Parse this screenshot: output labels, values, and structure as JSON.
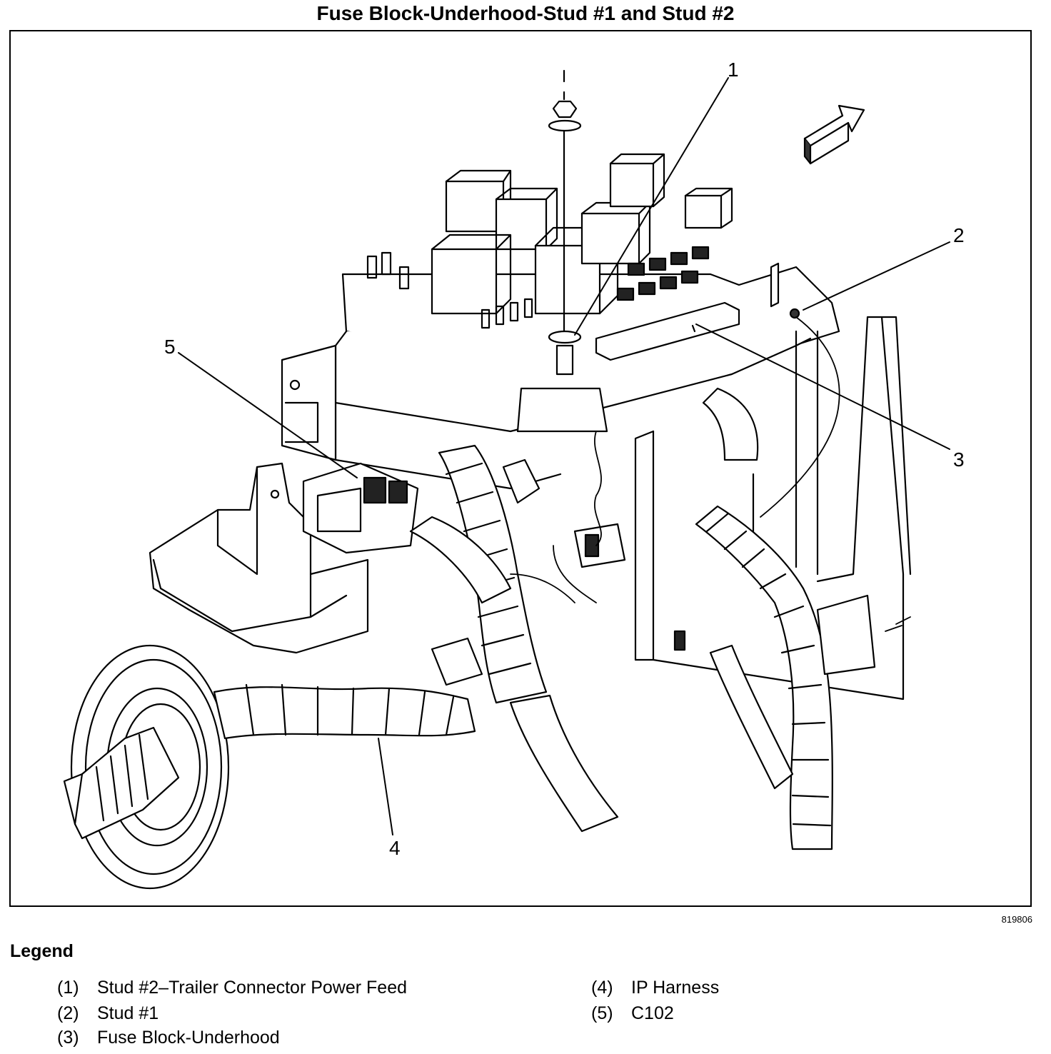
{
  "title": "Fuse Block-Underhood-Stud #1 and Stud #2",
  "figure_id": "819806",
  "callouts": [
    "1",
    "2",
    "3",
    "4",
    "5"
  ],
  "legend": {
    "heading": "Legend",
    "items": [
      {
        "num": "(1)",
        "text": "Stud #2–Trailer Connector Power Feed"
      },
      {
        "num": "(2)",
        "text": "Stud #1"
      },
      {
        "num": "(3)",
        "text": "Fuse Block-Underhood"
      },
      {
        "num": "(4)",
        "text": "IP Harness"
      },
      {
        "num": "(5)",
        "text": "C102"
      }
    ]
  }
}
